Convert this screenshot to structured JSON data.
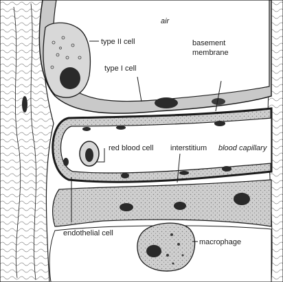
{
  "labels": {
    "air": "air",
    "type_ii_cell": "type II cell",
    "type_i_cell": "type I cell",
    "basement_membrane_line1": "basement",
    "basement_membrane_line2": "membrane",
    "red_blood_cell": "red blood cell",
    "interstitium": "interstitium",
    "blood_capillary": "blood capillary",
    "endothelial_cell": "endothelial cell",
    "macrophage": "macrophage"
  }
}
